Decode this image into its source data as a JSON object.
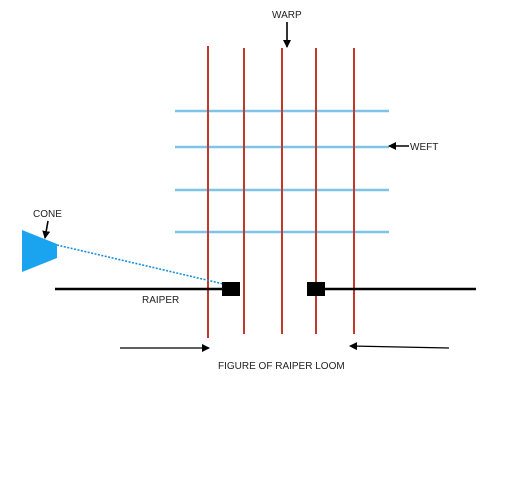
{
  "labels": {
    "warp": "WARP",
    "weft": "WEFT",
    "cone": "CONE",
    "raiper": "RAIPER",
    "caption": "FIGURE OF RAIPER LOOM"
  },
  "colors": {
    "warp": "#c0392b",
    "weft": "#7fc4e8",
    "cone": "#1aa3ee",
    "thread": "#1a8fd8",
    "bar": "#000000",
    "rapier_head": "#000000",
    "arrow": "#000000",
    "background": "#ffffff"
  },
  "counts": {
    "warp_threads": 5,
    "weft_threads": 4
  }
}
